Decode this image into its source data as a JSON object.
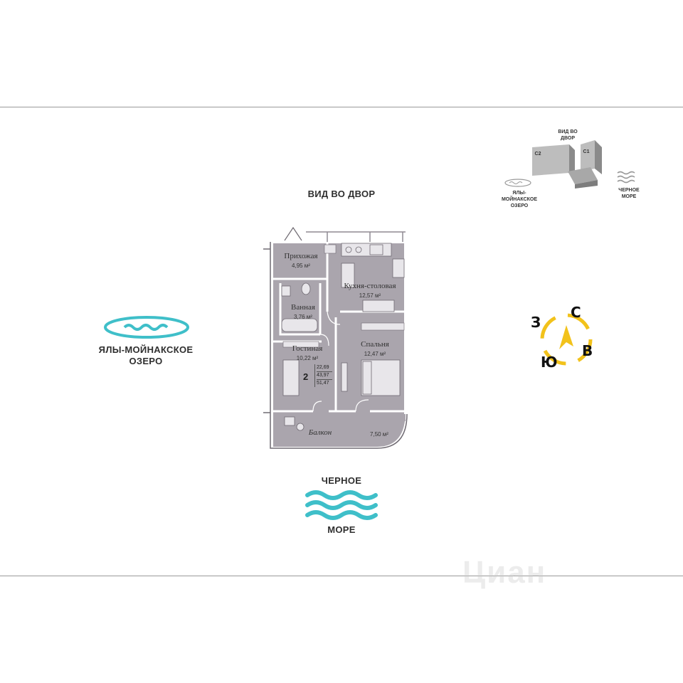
{
  "views": {
    "courtyard": "ВИД ВО ДВОР",
    "lake_line1": "ЯЛЫ-МОЙНАКСКОЕ",
    "lake_line2": "ОЗЕРО",
    "sea_line1": "ЧЕРНОЕ",
    "sea_line2": "МОРЕ"
  },
  "rooms": {
    "hallway": {
      "name": "Прихожая",
      "area": "4,95 м²"
    },
    "kitchen": {
      "name": "Кухня-столовая",
      "area": "12,57 м²"
    },
    "bathroom": {
      "name": "Ванная",
      "area": "3,76 м²"
    },
    "living": {
      "name": "Гостиная",
      "area": "10,22 м²"
    },
    "bedroom": {
      "name": "Спальня",
      "area": "12,47 м²"
    },
    "balcony": {
      "name": "Балкон",
      "area": "7,50 м²"
    }
  },
  "summary": {
    "rooms_count": "2",
    "area_living": "22,69",
    "area_total": "43,97",
    "area_with_balcony": "51,47"
  },
  "mini_map": {
    "view_line1": "ВИД ВО",
    "view_line2": "ДВОР",
    "building_c2": "C2",
    "building_c1": "C1",
    "lake_line1": "ЯЛЫ-МОЙНАКСКОЕ",
    "lake_line2": "ОЗЕРО",
    "sea_line1": "ЧЕРНОЕ",
    "sea_line2": "МОРЕ"
  },
  "compass": {
    "north": "С",
    "east": "В",
    "south": "Ю",
    "west": "З"
  },
  "colors": {
    "water": "#3fbfc9",
    "compass": "#f2c21b",
    "floor": "#aaa5ad",
    "wall": "#ffffff"
  },
  "watermark": "Циан"
}
